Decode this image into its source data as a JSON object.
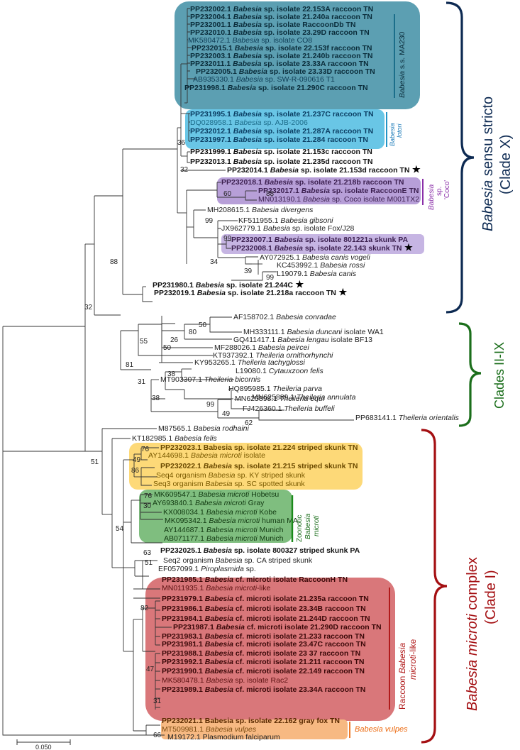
{
  "colors": {
    "sensu_box": "#5c9fb2",
    "lotori_box": "#69c6e6",
    "coco_box": "#b79fd8",
    "skunkpa_box": "#c6b5e3",
    "yellow_box": "#fdd978",
    "green_box": "#7fbe7f",
    "red_box": "#d9777a",
    "fox_box": "#f7b982",
    "navy": "#0d2a52",
    "darkgreen": "#1b6e1b",
    "darkred": "#a40f12",
    "purple": "#8a2ea8",
    "teal": "#1a6d9c"
  },
  "leaves": [
    {
      "id": "L1",
      "acc": "PP232002.1",
      "sp": "Babesia",
      "rest": "sp. isolate 22.153A raccoon TN",
      "bold": true,
      "color": "#0a2c3a"
    },
    {
      "id": "L2",
      "acc": "PP232004.1",
      "sp": "Babesia",
      "rest": "sp. isolate 21.240a raccoon TN",
      "bold": true,
      "color": "#0a2c3a"
    },
    {
      "id": "L3",
      "acc": "PP232001.1",
      "sp": "Babesia",
      "rest": "sp. isolate RaccoonDb TN",
      "bold": true,
      "color": "#0a2c3a"
    },
    {
      "id": "L4",
      "acc": "PP232010.1",
      "sp": "Babesia",
      "rest": "sp. isolate 23.29D raccoon TN",
      "bold": true,
      "color": "#0a2c3a"
    },
    {
      "id": "L5",
      "acc": "MK580472.1",
      "sp": "Babesia",
      "rest": "sp. isolate CO8",
      "bold": false,
      "color": "#0e3c55"
    },
    {
      "id": "L6",
      "acc": "PP232015.1",
      "sp": "Babesia",
      "rest": "sp. isolate 22.153f raccoon TN",
      "bold": true,
      "color": "#0a2c3a"
    },
    {
      "id": "L7",
      "acc": "PP232003.1",
      "sp": "Babesia",
      "rest": "sp. isolate 21.240b raccoon TN",
      "bold": true,
      "color": "#0a2c3a"
    },
    {
      "id": "L8",
      "acc": "PP232011.1",
      "sp": "Babesia",
      "rest": "sp. isolate 23.33A raccoon TN",
      "bold": true,
      "color": "#0a2c3a"
    },
    {
      "id": "L9",
      "acc": "PP232005.1",
      "sp": "Babesia",
      "rest": "sp. isolate 23.33D raccoon TN",
      "bold": true,
      "color": "#0a2c3a"
    },
    {
      "id": "L10",
      "acc": "AB935330.1",
      "sp": "Babesia",
      "rest": "sp. SW-R-090616 T1",
      "bold": false,
      "color": "#0e3c55"
    },
    {
      "id": "L11",
      "acc": "PP231998.1",
      "sp": "Babesia",
      "rest": "sp. isolate 21.290C raccoon TN",
      "bold": true,
      "color": "#0a2c3a"
    },
    {
      "id": "L12",
      "acc": "PP231995.1",
      "sp": "Babesia",
      "rest": "sp. isolate 21.237C raccoon TN",
      "bold": true,
      "color": "#0b3e63"
    },
    {
      "id": "L13",
      "acc": "DQ028958.1",
      "sp": "Babesia",
      "rest": "sp. AJB-2006",
      "bold": false,
      "color": "#1d6c8a"
    },
    {
      "id": "L14",
      "acc": "PP232012.1",
      "sp": "Babesia",
      "rest": "sp. isolate 21.287A raccoon TN",
      "bold": true,
      "color": "#0b3e63"
    },
    {
      "id": "L15",
      "acc": "PP231997.1",
      "sp": "Babesia",
      "rest": "sp. isolate 21.284 raccoon TN",
      "bold": true,
      "color": "#0b3e63"
    },
    {
      "id": "L16",
      "acc": "PP231999.1",
      "sp": "Babesia",
      "rest": "sp. isolate 21.153c raccoon TN",
      "bold": true,
      "color": "#111"
    },
    {
      "id": "L17",
      "acc": "PP232013.1",
      "sp": "Babesia",
      "rest": "sp. isolate 21.235d raccoon TN",
      "bold": true,
      "color": "#111"
    },
    {
      "id": "L18",
      "acc": "PP232014.1",
      "sp": "Babesia",
      "rest": "sp. isolate 21.153d raccoon TN",
      "bold": true,
      "color": "#111",
      "star": true
    },
    {
      "id": "L19",
      "acc": "PP232018.1",
      "sp": "Babesia",
      "rest": "sp. isolate 21.218b raccoon TN",
      "bold": true,
      "color": "#3b1f4f"
    },
    {
      "id": "L20",
      "acc": "PP232017.1",
      "sp": "Babesia",
      "rest": "sp. isolate RaccoonE TN",
      "bold": true,
      "color": "#3b1f4f"
    },
    {
      "id": "L21",
      "acc": "MN013190.1",
      "sp": "Babesia",
      "rest": "sp. Coco isolate M001TX2",
      "bold": false,
      "color": "#3b1f4f"
    },
    {
      "id": "L22",
      "acc": "MH208615.1",
      "sp": "Babesia divergens",
      "rest": "",
      "bold": false,
      "color": "#222"
    },
    {
      "id": "L23",
      "acc": "KF511955.1",
      "sp": "Babesia gibsoni",
      "rest": "",
      "bold": false,
      "color": "#222"
    },
    {
      "id": "L24",
      "acc": "JX962779.1",
      "sp": "Babesia",
      "rest": "sp. isolate Fox/J28",
      "bold": false,
      "color": "#222"
    },
    {
      "id": "L25",
      "acc": "PP232007.1",
      "sp": "Babesia",
      "rest": "sp. isolate 801221a skunk PA",
      "bold": true,
      "color": "#3b1f4f"
    },
    {
      "id": "L26",
      "acc": "PP232008.1",
      "sp": "Babesia",
      "rest": "sp. isolate 22.143 skunk TN",
      "bold": true,
      "color": "#3b1f4f",
      "star": true
    },
    {
      "id": "L27",
      "acc": "AY072925.1",
      "sp": "Babesia canis vogeli",
      "rest": "",
      "bold": false,
      "color": "#222"
    },
    {
      "id": "L28",
      "acc": "KC453992.1",
      "sp": "Babesia rossi",
      "rest": "",
      "bold": false,
      "color": "#222"
    },
    {
      "id": "L29",
      "acc": "L19079.1",
      "sp": "Babesia canis",
      "rest": "",
      "bold": false,
      "color": "#222"
    },
    {
      "id": "L30",
      "acc": "PP231980.1",
      "sp": "Babesia",
      "rest": "sp. isolate 21.244C",
      "bold": true,
      "color": "#111",
      "star": true
    },
    {
      "id": "L31",
      "acc": "PP232019.1",
      "sp": "Babesia",
      "rest": "sp. isolate 21.218a raccoon TN",
      "bold": true,
      "color": "#111",
      "star": true
    },
    {
      "id": "L32",
      "acc": "AF158702.1",
      "sp": "Babesia conradae",
      "rest": "",
      "bold": false,
      "color": "#222"
    },
    {
      "id": "L33",
      "acc": "MH333111.1",
      "sp": "Babesia duncani",
      "rest": "isolate WA1",
      "bold": false,
      "color": "#222"
    },
    {
      "id": "L34",
      "acc": "GQ411417.1",
      "sp": "Babesia lengau",
      "rest": "isolate BF13",
      "bold": false,
      "color": "#222"
    },
    {
      "id": "L35",
      "acc": "MF288026.1",
      "sp": "Babesia peircei",
      "rest": "",
      "bold": false,
      "color": "#222"
    },
    {
      "id": "L36",
      "acc": "KT937392.1",
      "sp": "Theileria ornithorhynchi",
      "rest": "",
      "bold": false,
      "color": "#222"
    },
    {
      "id": "L37",
      "acc": "KY953265.1",
      "sp": "Theileria tachyglossi",
      "rest": "",
      "bold": false,
      "color": "#222"
    },
    {
      "id": "L38",
      "acc": "MT903307.1",
      "sp": "Theileria bicornis",
      "rest": "",
      "bold": false,
      "color": "#222"
    },
    {
      "id": "L39",
      "acc": "L19080.1",
      "sp": "Cytauxzoon felis",
      "rest": "",
      "bold": false,
      "color": "#222"
    },
    {
      "id": "L40",
      "acc": "MN625898.1",
      "sp": "Theileria equi",
      "rest": "",
      "bold": false,
      "color": "#222"
    },
    {
      "id": "L41",
      "acc": "HQ895985.1",
      "sp": "Theileria parva",
      "rest": "",
      "bold": false,
      "color": "#222"
    },
    {
      "id": "L42",
      "acc": "MN625889.1",
      "sp": "Theileria annulata",
      "rest": "",
      "bold": false,
      "color": "#222"
    },
    {
      "id": "L43",
      "acc": "FJ426360.1",
      "sp": "Theileria buffeli",
      "rest": "",
      "bold": false,
      "color": "#222"
    },
    {
      "id": "L44",
      "acc": "PP683141.1",
      "sp": "Theileria orientalis",
      "rest": "",
      "bold": false,
      "color": "#222"
    },
    {
      "id": "L45",
      "acc": "M87565.1",
      "sp": "Babesia rodhaini",
      "rest": "",
      "bold": false,
      "color": "#222"
    },
    {
      "id": "L46",
      "acc": "KT182985.1",
      "sp": "Babesia felis",
      "rest": "",
      "bold": false,
      "color": "#222"
    },
    {
      "id": "L47",
      "acc": "PP232023.1",
      "sp": "",
      "rest": "Babesia sp. isolate 21.224 striped skunk TN",
      "bold": true,
      "color": "#6b4a00"
    },
    {
      "id": "L48",
      "acc": "AY144698.1",
      "sp": "Babesia microti",
      "rest": "isolate",
      "bold": false,
      "color": "#7a5a00"
    },
    {
      "id": "L49",
      "acc": "PP232022.1",
      "sp": "Babesia",
      "rest": "sp. isolate 21.215 striped skunk TN",
      "bold": true,
      "color": "#6b4a00"
    },
    {
      "id": "L50",
      "acc": "Seq4 organism",
      "sp": "Babesia",
      "rest": "sp. KY striped skunk",
      "bold": false,
      "color": "#7a5a00"
    },
    {
      "id": "L51",
      "acc": "Seq3 organism",
      "sp": "Babesia",
      "rest": "sp. SC spotted skunk",
      "bold": false,
      "color": "#7a5a00"
    },
    {
      "id": "L52",
      "acc": "MK609547.1",
      "sp": "Babesia microti",
      "rest": "Hobetsu",
      "bold": false,
      "color": "#123a12"
    },
    {
      "id": "L53",
      "acc": "AY693840.1",
      "sp": "Babesia microti",
      "rest": "Gray",
      "bold": false,
      "color": "#123a12"
    },
    {
      "id": "L54",
      "acc": "KX008034.1",
      "sp": "Babesia microti",
      "rest": "Kobe",
      "bold": false,
      "color": "#123a12"
    },
    {
      "id": "L55",
      "acc": "MK095342.1",
      "sp": "Babesia microti",
      "rest": "human MA",
      "bold": false,
      "color": "#123a12"
    },
    {
      "id": "L56",
      "acc": "AY144687.1",
      "sp": "Babesia microti",
      "rest": "Munich",
      "bold": false,
      "color": "#123a12"
    },
    {
      "id": "L57",
      "acc": "AB071177.1",
      "sp": "Babesia microti",
      "rest": "Munich",
      "bold": false,
      "color": "#123a12"
    },
    {
      "id": "L58",
      "acc": "PP232025.1",
      "sp": "Babesia",
      "rest": "sp. isolate 800327 striped skunk PA",
      "bold": true,
      "color": "#111"
    },
    {
      "id": "L59",
      "acc": "Seq2 organism",
      "sp": "Babesia",
      "rest": "sp. CA striped skunk",
      "bold": false,
      "color": "#222"
    },
    {
      "id": "L60",
      "acc": "EF057099.1",
      "sp": "Piroplasmida",
      "rest": "sp.",
      "bold": false,
      "color": "#222"
    },
    {
      "id": "L61",
      "acc": "PP231985.1",
      "sp": "Babesia",
      "rest": "cf. microti isolate RaccoonH TN",
      "bold": true,
      "color": "#3a0808"
    },
    {
      "id": "L62",
      "acc": "MN011935.1",
      "sp": "Babesia microti",
      "rest": "-like",
      "bold": false,
      "color": "#5a1010"
    },
    {
      "id": "L63",
      "acc": "PP231979.1",
      "sp": "Babesia",
      "rest": "cf. microti isolate 21.235a raccoon TN",
      "bold": true,
      "color": "#3a0808"
    },
    {
      "id": "L64",
      "acc": "PP231986.1",
      "sp": "Babesia",
      "rest": "cf. microti isolate 23.34B raccoon TN",
      "bold": true,
      "color": "#3a0808"
    },
    {
      "id": "L65",
      "acc": "PP231984.1",
      "sp": "Babesia",
      "rest": "cf. microti isolate 21.244D raccoon TN",
      "bold": true,
      "color": "#3a0808"
    },
    {
      "id": "L66",
      "acc": "PP231987.1",
      "sp": "Babesia",
      "rest": "cf. microti isolate 21.290D raccoon TN",
      "bold": true,
      "color": "#3a0808"
    },
    {
      "id": "L67",
      "acc": "PP231983.1",
      "sp": "Babesia",
      "rest": "cf. microti isolate 21.233 raccoon TN",
      "bold": true,
      "color": "#3a0808"
    },
    {
      "id": "L68",
      "acc": "PP231981.1",
      "sp": "Babesia",
      "rest": "cf. microti isolate 23.47C raccoon TN",
      "bold": true,
      "color": "#3a0808"
    },
    {
      "id": "L69",
      "acc": "PP231988.1",
      "sp": "Babesia",
      "rest": "cf. microti isolate 23 37 raccoon TN",
      "bold": true,
      "color": "#3a0808"
    },
    {
      "id": "L70",
      "acc": "PP231992.1",
      "sp": "Babesia",
      "rest": "cf. microti isolate 21.211 raccoon TN",
      "bold": true,
      "color": "#3a0808"
    },
    {
      "id": "L71",
      "acc": "PP231990.1",
      "sp": "Babesia",
      "rest": "cf. microti isolate 22.149 raccoon TN",
      "bold": true,
      "color": "#3a0808"
    },
    {
      "id": "L72",
      "acc": "MK580478.1",
      "sp": "Babesia",
      "rest": "sp. isolate Rac2",
      "bold": false,
      "color": "#5a1010"
    },
    {
      "id": "L73",
      "acc": "PP231989.1",
      "sp": "Babesia",
      "rest": "cf. microti isolate 23.34A raccoon TN",
      "bold": true,
      "color": "#3a0808"
    },
    {
      "id": "L74",
      "acc": "PP232021.1",
      "sp": "",
      "rest": "Babesia sp. isolate 22.162 gray fox TN",
      "bold": true,
      "color": "#5a2a00"
    },
    {
      "id": "L75",
      "acc": "MT509981.1",
      "sp": "Babesia vulpes",
      "rest": "",
      "bold": false,
      "color": "#7a4a10"
    },
    {
      "id": "L76",
      "acc": "M19172.1",
      "sp": "",
      "rest": "Plasmodium falciparum",
      "bold": false,
      "color": "#222"
    }
  ],
  "bootstrap": [
    {
      "id": "b36",
      "text": "36"
    },
    {
      "id": "b32a",
      "text": "32"
    },
    {
      "id": "b60",
      "text": "60"
    },
    {
      "id": "b88a",
      "text": "88"
    },
    {
      "id": "b99a",
      "text": "99"
    },
    {
      "id": "b99b",
      "text": "99"
    },
    {
      "id": "b34",
      "text": "34"
    },
    {
      "id": "b39",
      "text": "39"
    },
    {
      "id": "b99c",
      "text": "99"
    },
    {
      "id": "b88b",
      "text": "88"
    },
    {
      "id": "b32b",
      "text": "32"
    },
    {
      "id": "b50a",
      "text": "50"
    },
    {
      "id": "b80",
      "text": "80"
    },
    {
      "id": "b26",
      "text": "26"
    },
    {
      "id": "b50b",
      "text": "50"
    },
    {
      "id": "b55",
      "text": "55"
    },
    {
      "id": "b81",
      "text": "81"
    },
    {
      "id": "b38a",
      "text": "38"
    },
    {
      "id": "b31a",
      "text": "31"
    },
    {
      "id": "b38b",
      "text": "38"
    },
    {
      "id": "b99d",
      "text": "99"
    },
    {
      "id": "b49a",
      "text": "49"
    },
    {
      "id": "b62",
      "text": "62"
    },
    {
      "id": "b51a",
      "text": "51"
    },
    {
      "id": "b76a",
      "text": "76"
    },
    {
      "id": "b49b",
      "text": "49"
    },
    {
      "id": "b86",
      "text": "86"
    },
    {
      "id": "b76b",
      "text": "76"
    },
    {
      "id": "b30",
      "text": "30"
    },
    {
      "id": "b54",
      "text": "54"
    },
    {
      "id": "b63",
      "text": "63"
    },
    {
      "id": "b51b",
      "text": "51"
    },
    {
      "id": "b82",
      "text": "82"
    },
    {
      "id": "b47",
      "text": "47"
    },
    {
      "id": "b31b",
      "text": "31"
    },
    {
      "id": "b66",
      "text": "66"
    }
  ],
  "labels": {
    "ss_a": "Babesia",
    "ss_b": "s.s. MA230",
    "lotori_a": "Babesia",
    "lotori_b": "lotori",
    "coco_a": "Babesia",
    "coco_b": "sp.",
    "coco_c": "'Coco'",
    "zoo_a": "Zoonotic",
    "zoo_b": "Babesia",
    "zoo_c": "microti",
    "rac_a": "Raccoon",
    "rac_b": "Babesia",
    "rac_c": "microti",
    "rac_d": "-like",
    "vulpes": "Babesia vulpes",
    "cladeX_a": "Babesia",
    "cladeX_b": "sensu stricto",
    "cladeX_c": "(Clade X)",
    "clades29": "Clades II-IX",
    "cladeI_a": "Babesia",
    "cladeI_b": "microti",
    "cladeI_c": "complex",
    "cladeI_d": "(Clade I)",
    "scale": "0.050",
    "star": "★"
  }
}
